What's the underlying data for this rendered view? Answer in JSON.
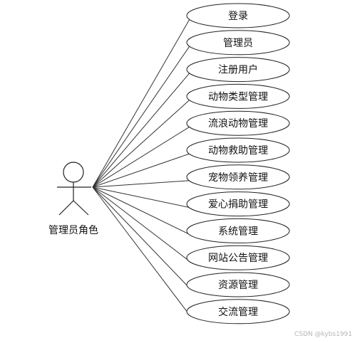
{
  "actor": {
    "label": "管理员角色"
  },
  "use_cases": [
    {
      "label": "登录"
    },
    {
      "label": "管理员"
    },
    {
      "label": "注册用户"
    },
    {
      "label": "动物类型管理"
    },
    {
      "label": "流浪动物管理"
    },
    {
      "label": "动物救助管理"
    },
    {
      "label": "宠物领养管理"
    },
    {
      "label": "爱心捐助管理"
    },
    {
      "label": "系统管理"
    },
    {
      "label": "网站公告管理"
    },
    {
      "label": "资源管理"
    },
    {
      "label": "交流管理"
    }
  ],
  "watermark": "CSDN @kybs1991",
  "colors": {
    "stroke": "#222222",
    "background": "#ffffff"
  }
}
